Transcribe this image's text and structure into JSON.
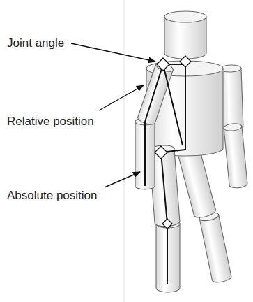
{
  "diagram": {
    "labels": [
      "Joint angle",
      "Relative position",
      "Absolute position"
    ]
  }
}
